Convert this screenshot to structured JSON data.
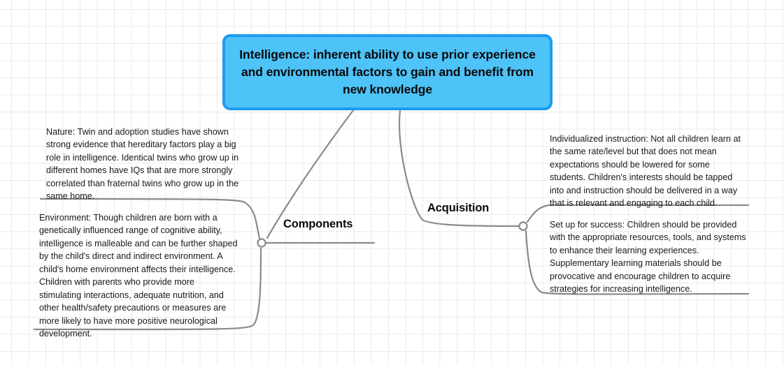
{
  "canvas": {
    "grid_color": "#e6efe2",
    "background_color": "#ffffff",
    "link_color": "#8a8a8a",
    "node_fill": "#ffffff"
  },
  "central": {
    "text": "Intelligence: inherent ability to use prior experience and environmental factors to gain and benefit from new knowledge",
    "fill_color": "#4ec3f7",
    "border_color": "#1d9bf0",
    "text_color": "#08080a"
  },
  "branches": [
    {
      "label": "Components",
      "side": "left",
      "leaves": [
        {
          "name": "nature",
          "text": "Nature: Twin and adoption studies have shown strong evidence that hereditary factors play a big role in intelligence. Identical twins who grow up in different homes have IQs that are more strongly correlated than fraternal twins who grow up in the same home."
        },
        {
          "name": "environment",
          "text": "Environment: Though children are born with a genetically influenced range of cognitive ability, intelligence is malleable and can be further shaped by the child's direct and indirect environment. A child's home environment affects their intelligence. Children with parents who provide more stimulating interactions, adequate nutrition, and other health/safety precautions or measures are more likely to have more positive neurological development."
        }
      ]
    },
    {
      "label": "Acquisition",
      "side": "right",
      "leaves": [
        {
          "name": "individualized-instruction",
          "text": "Individualized instruction: Not all children learn at the same rate/level but that does not mean expectations should be lowered for some students. Children's interests should be tapped into and instruction should be delivered in a way that is relevant and engaging to each child."
        },
        {
          "name": "set-up-for-success",
          "text": "Set up for success: Children should be provided with the appropriate resources, tools, and systems to enhance their learning experiences. Supplementary learning materials should be provocative and encourage children to acquire strategies for increasing intelligence."
        }
      ]
    }
  ]
}
